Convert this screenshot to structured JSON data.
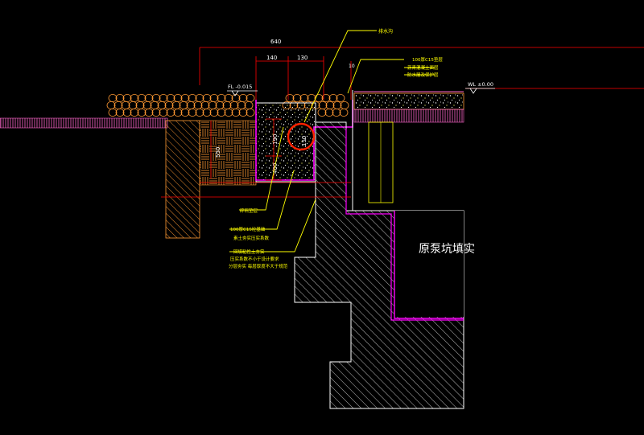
{
  "dimensions": {
    "overall": "640",
    "left_part": "140",
    "right_part": "130",
    "small": "10",
    "height_190": "190",
    "height_400": "400",
    "height_side": "550",
    "pipe_diameter": "150"
  },
  "levels": {
    "left": "FL -0.015",
    "right": "WL ±0.00"
  },
  "labels": {
    "top_callout": "排水沟",
    "top_right_line1": "100厚C15垫层",
    "top_right_line2": "沥青混凝土面层",
    "top_right_line3": "防水层及保护层",
    "left_callout": "碎石垫层",
    "mid_callout_line1": "100厚C15砼基础",
    "mid_callout_line2": "素土夯实压实系数",
    "bottom_callout_line1": "回填粘性土夯实",
    "bottom_callout_line2": "压实系数不小于设计要求",
    "bottom_callout_line3": "分层夯实 每层厚度不大于规范",
    "fill_area": "原泵坑填实"
  },
  "colors": {
    "background": "#000000",
    "dimension": "#ff0000",
    "callout": "#ffff00",
    "outline": "#ffffff",
    "membrane": "#ff00ff",
    "gravel": "#ff9933",
    "pipe": "#ff0000"
  }
}
